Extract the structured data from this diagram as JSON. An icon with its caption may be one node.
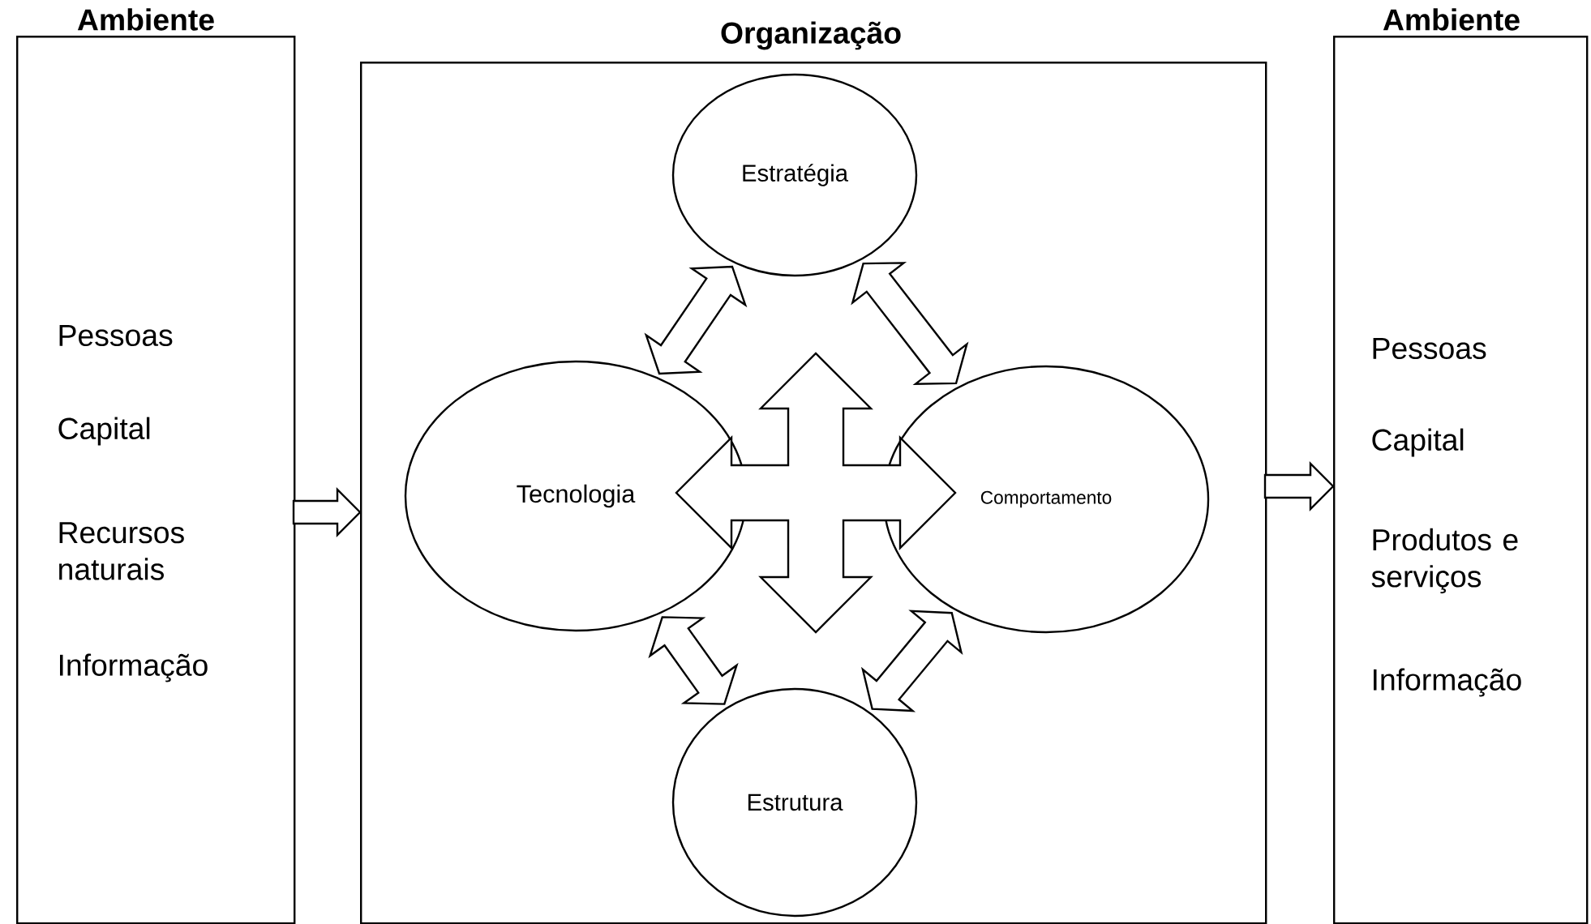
{
  "diagram": {
    "nodes": [
      {
        "text": [
          "Ambiente",
          "Pessoas",
          "Capital",
          "Recursos naturais",
          "Informação"
        ]
      },
      {
        "text": [
          "Organização"
        ]
      },
      {
        "text": [
          "Ambiente",
          "Pessoas",
          "Capital",
          "Produtos e serviços",
          "Informação"
        ]
      },
      {
        "text": [
          "Estratégia"
        ],
        "in": 1
      },
      {
        "text": [
          "Tecnologia"
        ],
        "in": 1
      },
      {
        "text": [
          "Comportamento"
        ],
        "in": 1
      },
      {
        "text": [
          "Estrutura"
        ],
        "in": 1
      }
    ],
    "edges": [
      {
        "from": 0,
        "to": 1,
        "arrow": "to"
      },
      {
        "from": 1,
        "to": 2,
        "arrow": "to"
      },
      {
        "from": 3,
        "to": 4,
        "arrow": "both"
      },
      {
        "from": 3,
        "to": 5,
        "arrow": "both"
      },
      {
        "from": 4,
        "to": 6,
        "arrow": "both"
      },
      {
        "from": 5,
        "to": 6,
        "arrow": "both"
      },
      {
        "from": 3,
        "to": 6,
        "arrow": "both"
      },
      {
        "from": 4,
        "to": 5,
        "arrow": "both"
      }
    ]
  }
}
